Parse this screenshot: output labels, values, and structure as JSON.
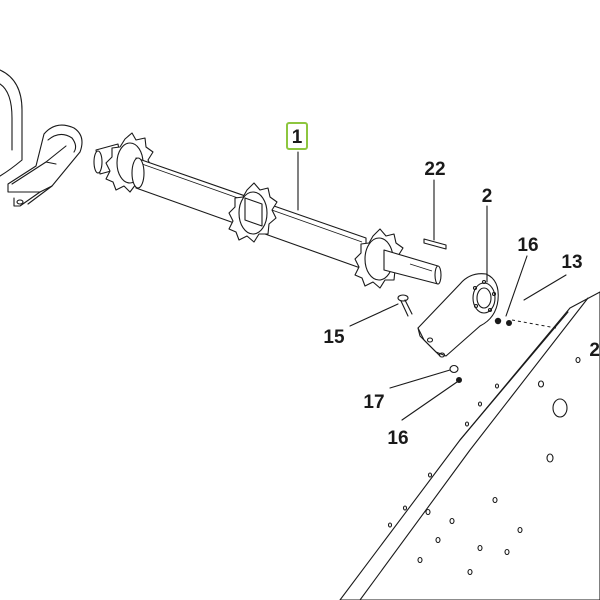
{
  "callouts": {
    "c1": "1",
    "c2": "2",
    "c13": "13",
    "c15": "15",
    "c16a": "16",
    "c16b": "16",
    "c17": "17",
    "c22": "22",
    "c2_edge": "2"
  },
  "highlight_color": "#8dc63f",
  "selected_part": "1"
}
